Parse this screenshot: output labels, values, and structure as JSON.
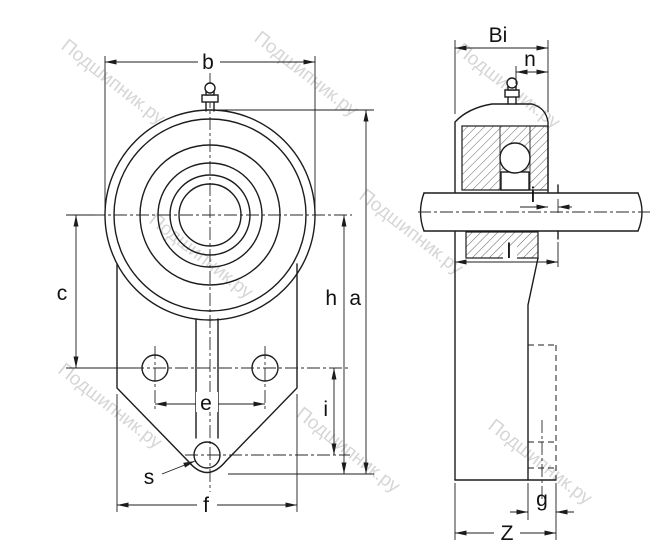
{
  "watermark": {
    "text": "Подшипник.ру"
  },
  "drawing": {
    "front_view": {
      "dims": {
        "b": "b",
        "c": "c",
        "e": "e",
        "f": "f",
        "s": "s",
        "h": "h",
        "a": "a",
        "i": "i"
      }
    },
    "side_view": {
      "dims": {
        "Bi": "Bi",
        "n": "n",
        "i": "i",
        "l": "l",
        "g": "g",
        "Z": "Z"
      }
    },
    "colors": {
      "line_color": "#1c1c1c",
      "watermark_color": "#bdbdbd",
      "background_color": "#ffffff"
    }
  }
}
